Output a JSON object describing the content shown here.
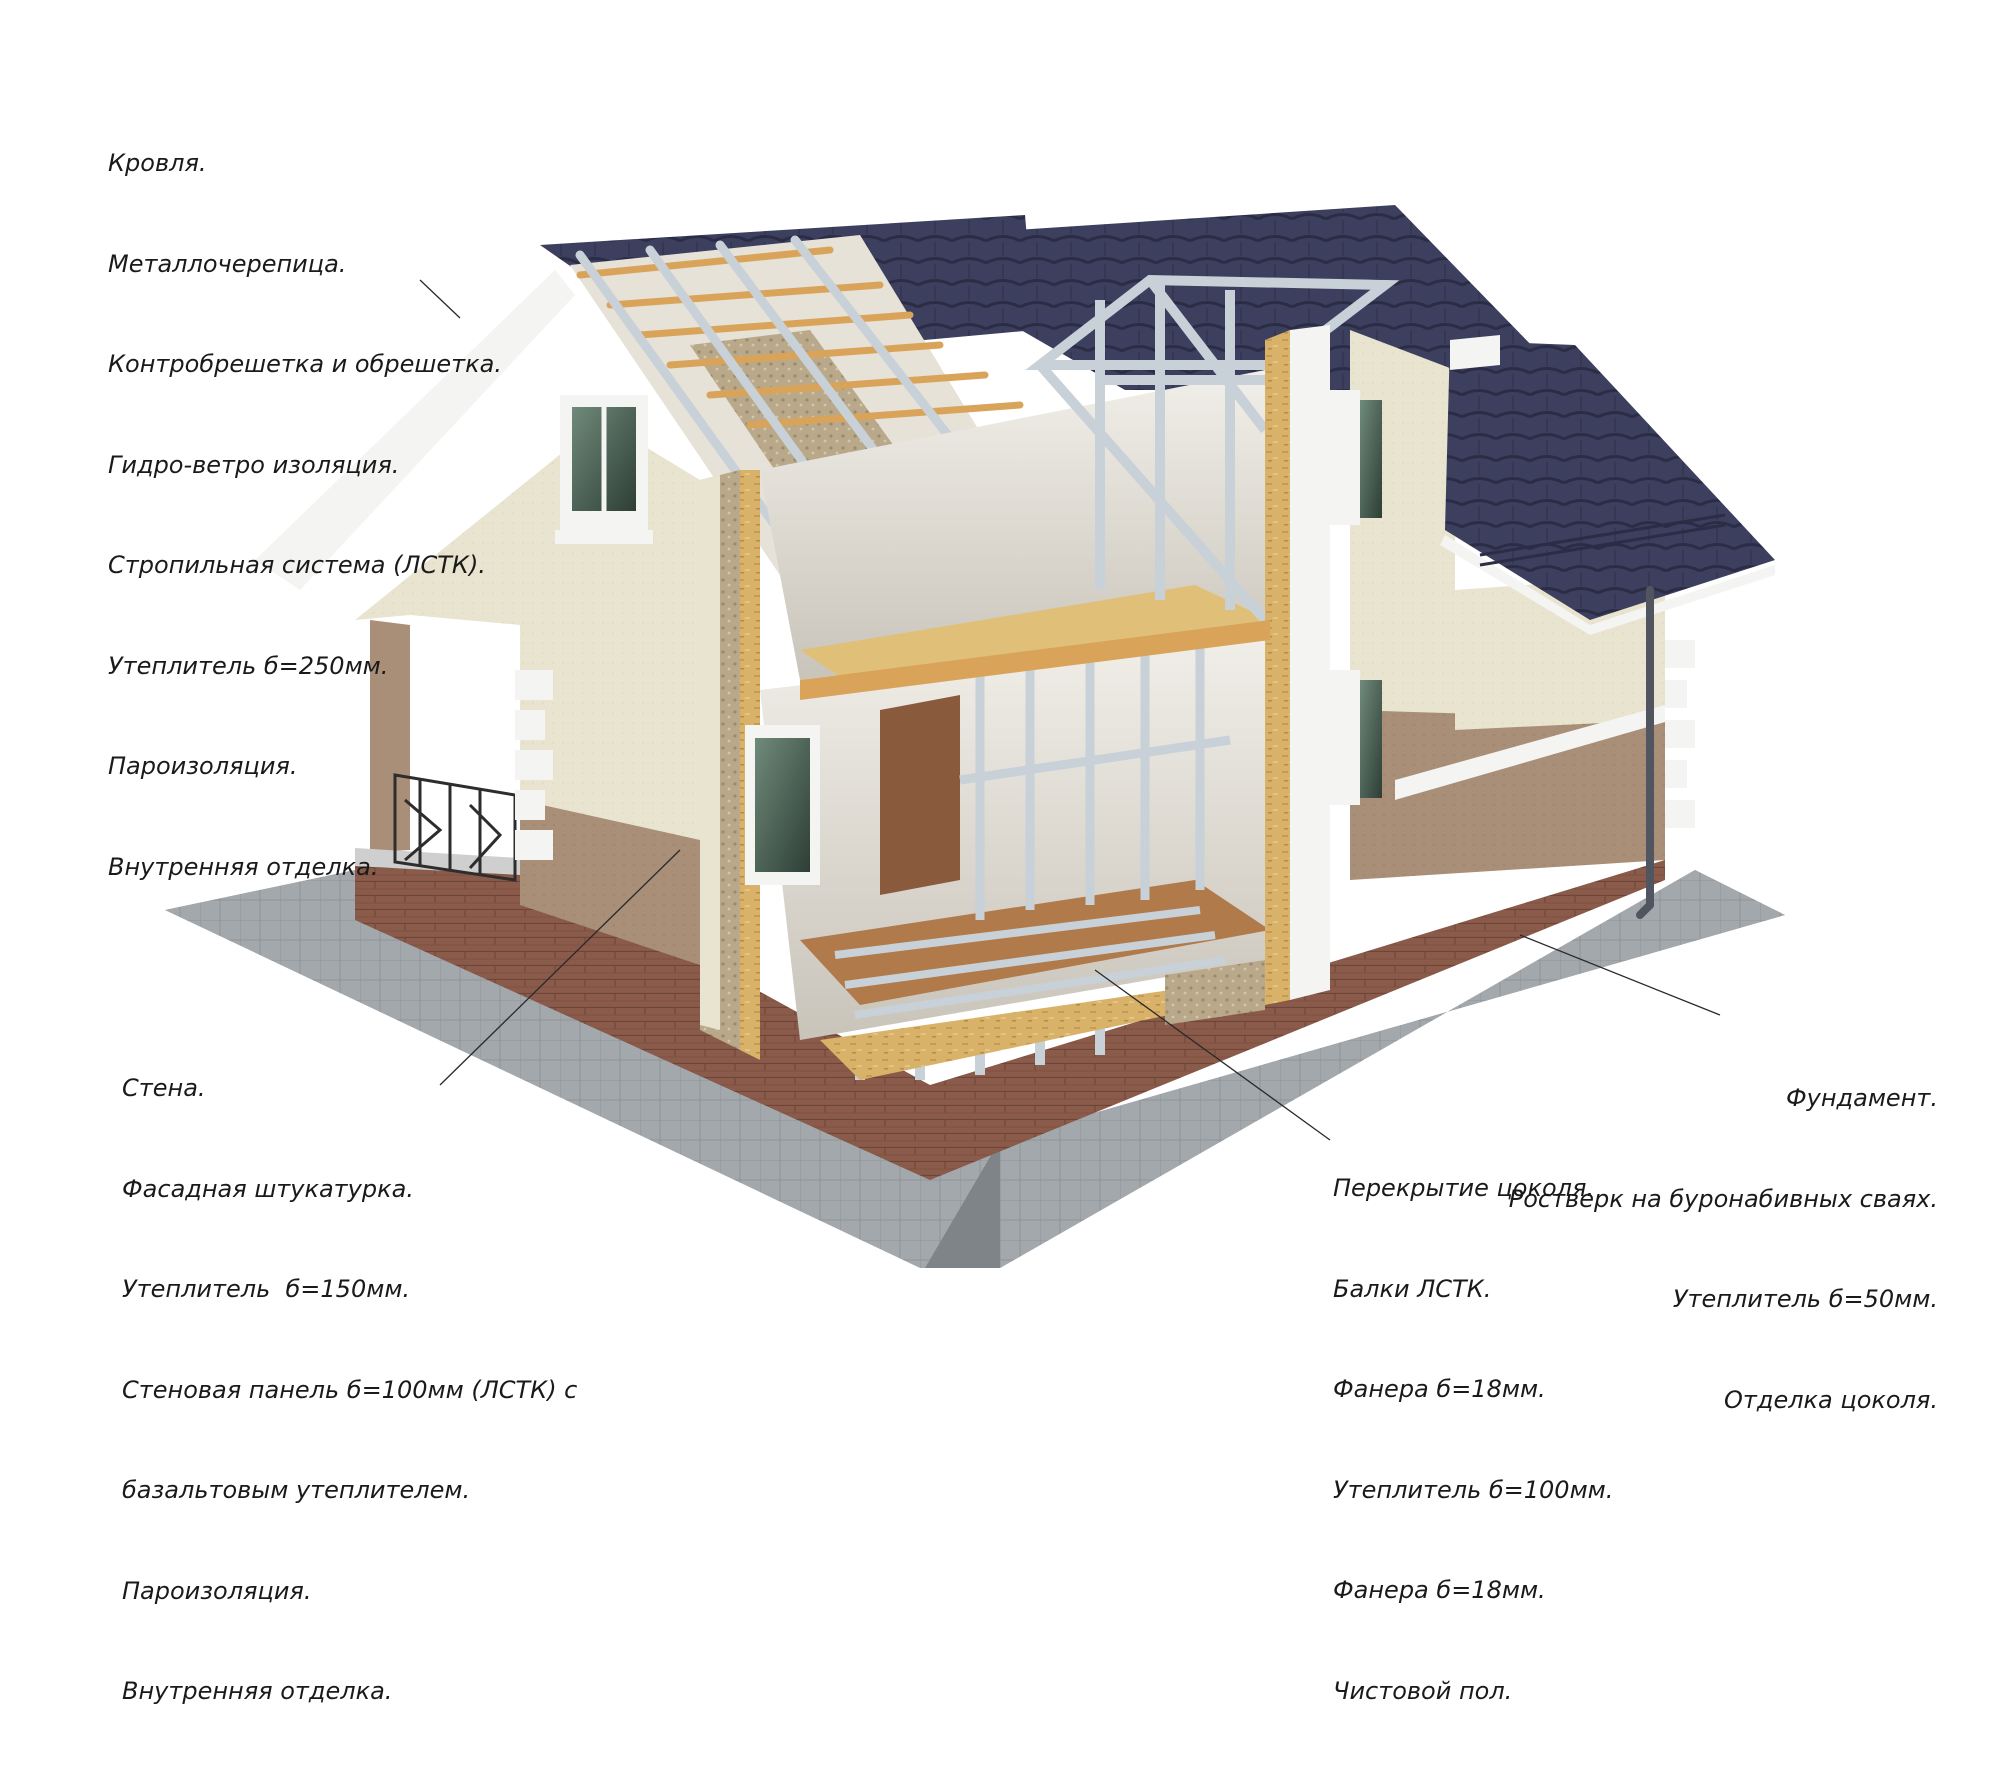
{
  "labels": {
    "roof": [
      "Кровля.",
      "Металлочерепица.",
      "Контробрешетка и обрешетка.",
      "Гидро-ветро изоляция.",
      "Стропильная система (ЛСТК).",
      "Утеплитель б=250мм.",
      "Пароизоляция.",
      "Внутренняя отделка."
    ],
    "wall": [
      "Стена.",
      "Фасадная штукатурка.",
      "Утеплитель  б=150мм.",
      "Стеновая панель б=100мм (ЛСТК) с",
      "базальтовым утеплителем.",
      "Пароизоляция.",
      "Внутренняя отделка."
    ],
    "floor": [
      "Перекрытие цоколя.",
      "Балки ЛСТК.",
      "Фанера б=18мм.",
      "Утеплитель б=100мм.",
      "Фанера б=18мм.",
      "Чистовой пол."
    ],
    "foundation": [
      "Фундамент.",
      "Ростверк на буронабивных сваях.",
      "Утеплитель б=50мм.",
      "Отделка цоколя."
    ]
  },
  "colors": {
    "roof_tile": "#3d3f5e",
    "roof_tile_dark": "#2b2c45",
    "plaster": "#e8e4cf",
    "plaster_lower": "#a98f78",
    "plinth_brick": "#8a5a4a",
    "steel_frame": "#c8d0d8",
    "osb": "#d9b26a",
    "insulation": "#b9a98a",
    "wood_batten": "#d9a45a",
    "paving": "#9ea3a8",
    "trim": "#f4f4f2"
  }
}
